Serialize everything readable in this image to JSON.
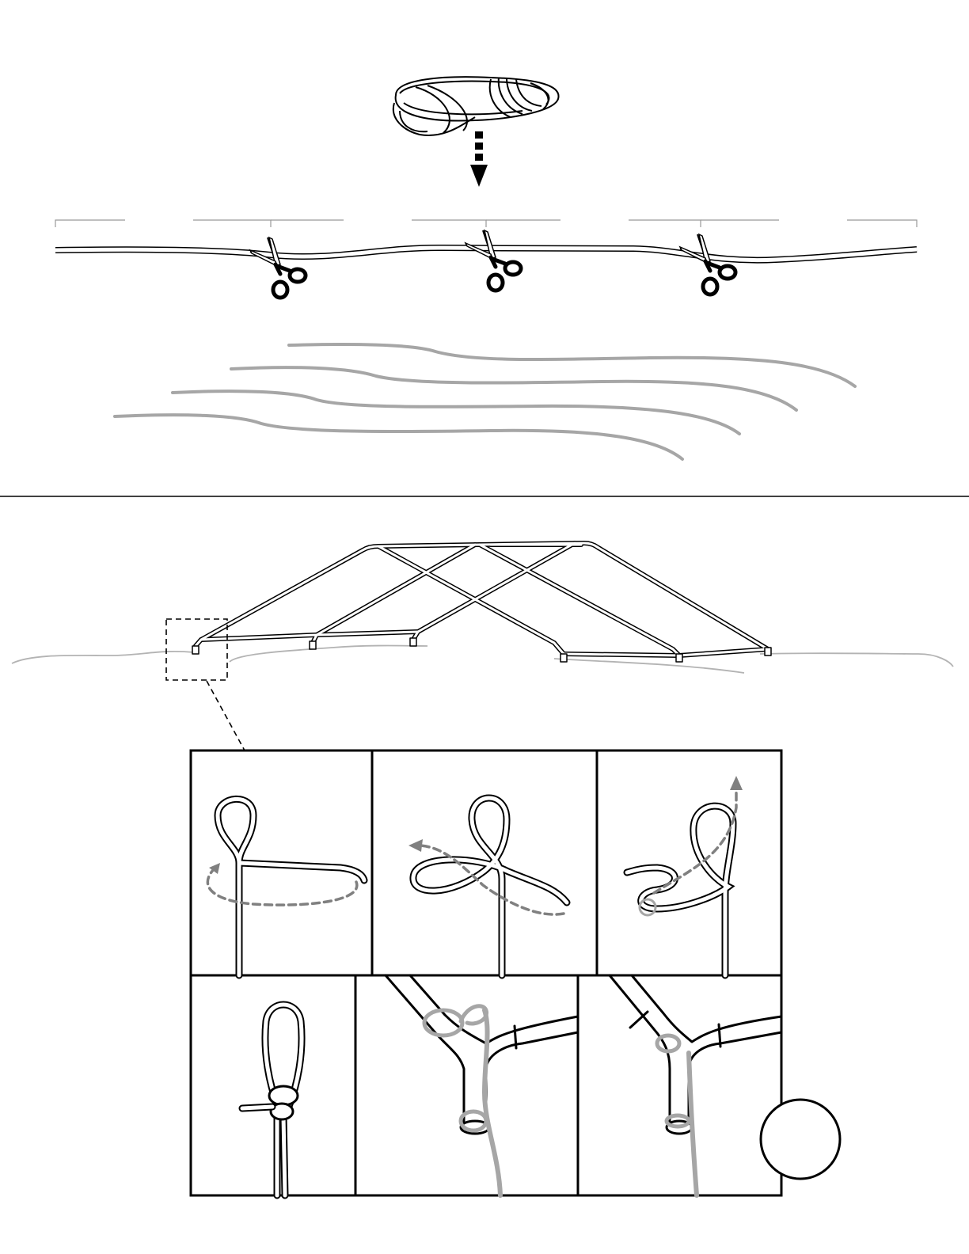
{
  "colors": {
    "ink": "#000000",
    "rope_gray": "#a6a6a6",
    "ground_gray": "#b3b3b3",
    "arrow_gray": "#808080",
    "background": "#ffffff"
  },
  "icons": {
    "rope_coil": "rope-coil-icon",
    "scissors": "scissors-icon",
    "down_arrow": "dashed-down-arrow-icon"
  },
  "sections": {
    "cut_rope": {
      "cut_count": 3,
      "resulting_pieces": 4
    },
    "tie_knot": {
      "step_count": 6,
      "completion_marker_label": ""
    }
  }
}
